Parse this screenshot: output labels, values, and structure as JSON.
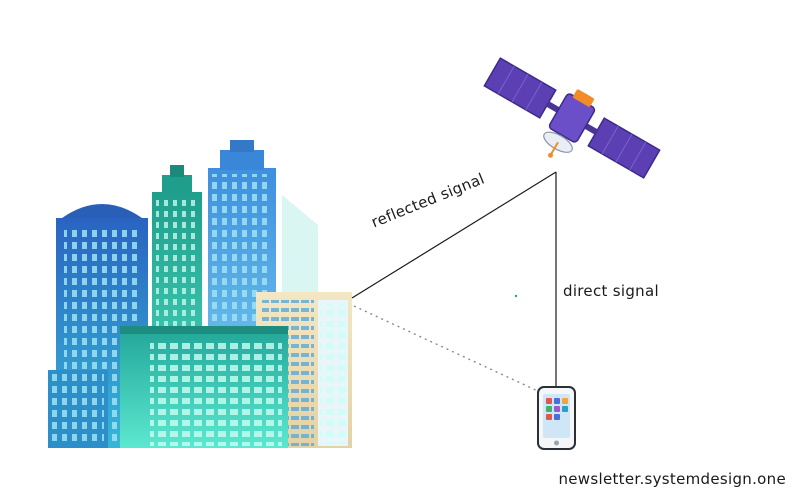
{
  "labels": {
    "reflected": "reflected signal",
    "direct": "direct signal"
  },
  "footer": "newsletter.systemdesign.one",
  "colors": {
    "satellite_panel": "#5b3fb3",
    "satellite_body": "#6a4fc8",
    "satellite_accent": "#f28c28",
    "building_blue": "#2f7fd0",
    "building_teal": "#35c7b0",
    "building_cream": "#efe2bd",
    "phone_screen": "#cfe6f7",
    "line_color": "#1a1a1a"
  },
  "icons": {
    "satellite": "satellite-icon",
    "buildings": "city-buildings-icon",
    "phone": "smartphone-icon"
  }
}
